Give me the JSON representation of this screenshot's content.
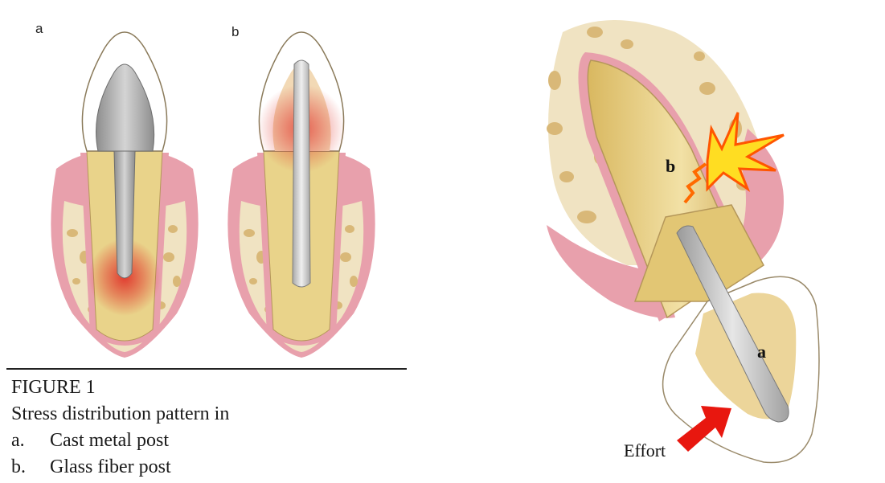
{
  "panel_labels": {
    "a": "a",
    "b": "b"
  },
  "caption": {
    "title": "FIGURE 1",
    "subtitle": "Stress distribution pattern in",
    "items": [
      {
        "letter": "a.",
        "text": "Cast metal post"
      },
      {
        "letter": "b.",
        "text": "Glass fiber post"
      }
    ]
  },
  "right_diagram": {
    "label_a": "a",
    "label_b": "b",
    "effort_label": "Effort"
  },
  "colors": {
    "gingiva": "#e8a0ac",
    "bone": "#f0e3c2",
    "bone_spots": "#d9b878",
    "dentin": "#e9d38a",
    "metal_post": "#b9b9b9",
    "fiber_post": "#d8d8d8",
    "stress": "#e0342b",
    "crack": "#ff9900",
    "arrow": "#e8170f"
  }
}
